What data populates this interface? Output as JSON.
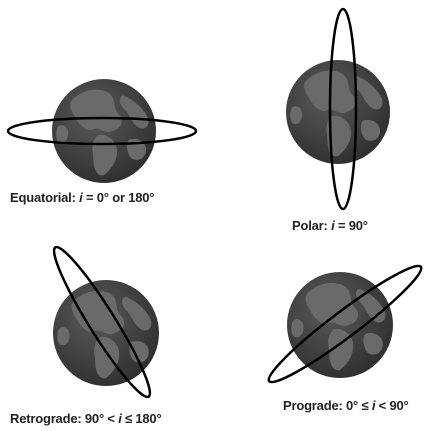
{
  "panels": [
    {
      "id": "equatorial",
      "name": "Equatorial",
      "condition_prefix": "",
      "condition_var": "i",
      "condition_suffix": " = 0° or 180°"
    },
    {
      "id": "polar",
      "name": "Polar",
      "condition_prefix": "",
      "condition_var": "i",
      "condition_suffix": " = 90°"
    },
    {
      "id": "retrograde",
      "name": "Retrograde",
      "condition_prefix": "90° < ",
      "condition_var": "i",
      "condition_suffix": " ≤ 180°"
    },
    {
      "id": "prograde",
      "name": "Prograde",
      "condition_prefix": "0° ≤ ",
      "condition_var": "i",
      "condition_suffix": " < 90°"
    }
  ],
  "colors": {
    "ocean": "#3f3f3f",
    "land": "#6a6a6a",
    "orbit": "#000000",
    "text": "#222222"
  }
}
